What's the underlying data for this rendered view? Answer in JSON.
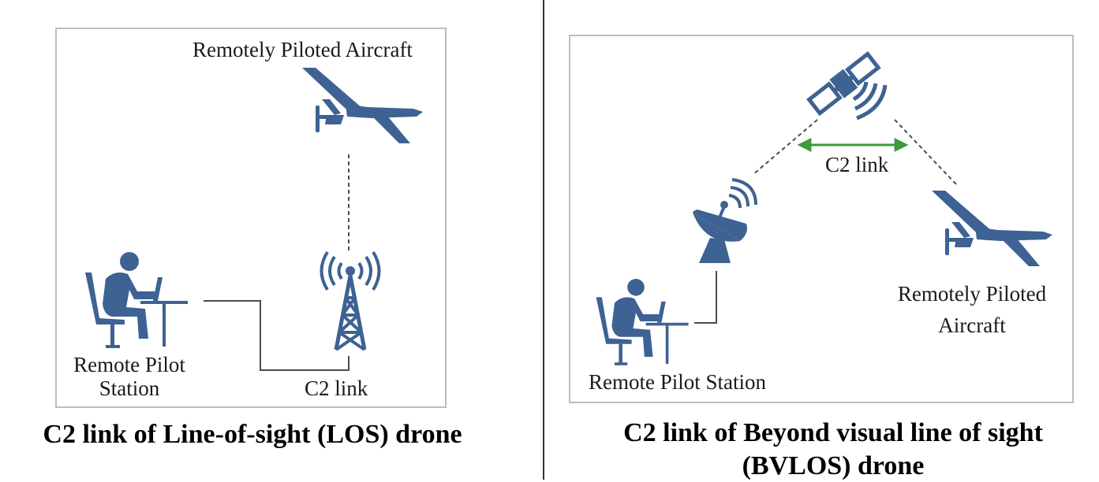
{
  "left_panel": {
    "aircraft_label": "Remotely Piloted Aircraft",
    "pilot_label_line1": "Remote Pilot",
    "pilot_label_line2": "Station",
    "link_label": "C2 link",
    "caption": "C2 link of Line-of-sight (LOS) drone"
  },
  "right_panel": {
    "link_label": "C2 link",
    "aircraft_label_line1": "Remotely Piloted",
    "aircraft_label_line2": "Aircraft",
    "pilot_label": "Remote Pilot Station",
    "caption_line1": "C2 link of Beyond visual line of sight",
    "caption_line2": "(BVLOS) drone"
  },
  "colors": {
    "icon": "#3d6293",
    "link_arrow": "#3d9a3d",
    "frame": "#bdbdbd"
  },
  "icons": [
    "drone-icon",
    "pilot-at-desk-icon",
    "radio-tower-icon",
    "satellite-icon",
    "satellite-dish-icon"
  ]
}
